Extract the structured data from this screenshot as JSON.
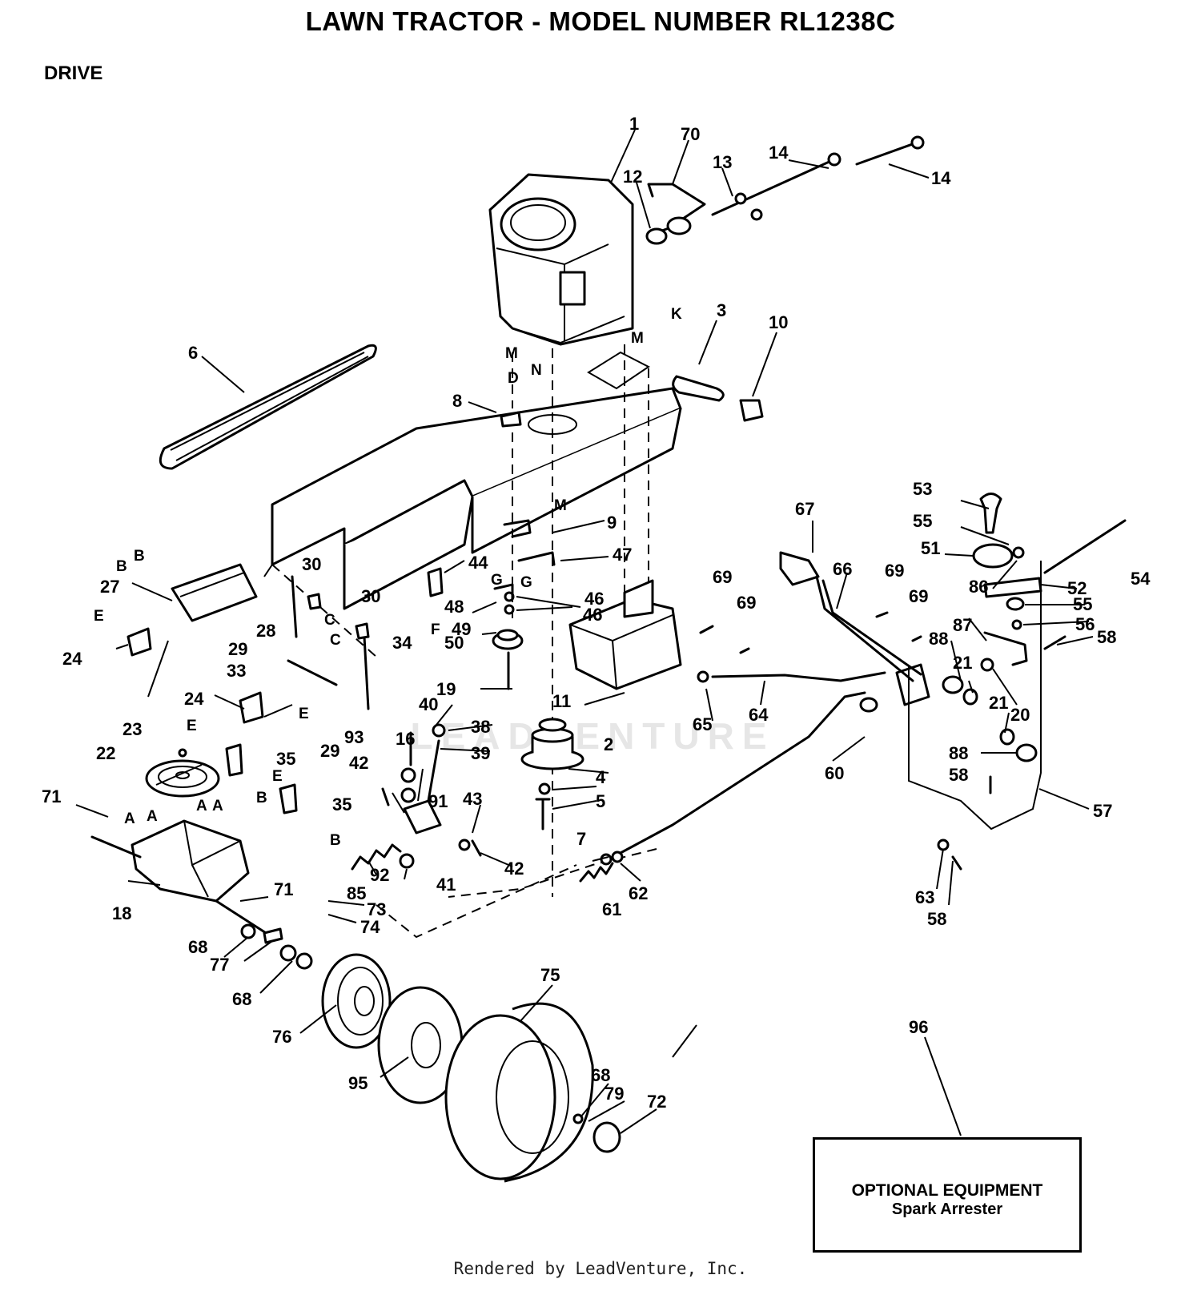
{
  "header": {
    "title": "LAWN TRACTOR - MODEL NUMBER RL1238C",
    "section": "DRIVE"
  },
  "optional_equipment": {
    "title": "OPTIONAL EQUIPMENT",
    "subtitle": "Spark Arrester"
  },
  "footer": {
    "credit": "Rendered by LeadVenture, Inc."
  },
  "watermark": "LEADVENTURE",
  "callouts": [
    "1",
    "70",
    "12",
    "13",
    "14",
    "14",
    "3",
    "10",
    "6",
    "8",
    "9",
    "47",
    "44",
    "48",
    "49",
    "50",
    "46",
    "46",
    "30",
    "30",
    "28",
    "27",
    "29",
    "29",
    "33",
    "34",
    "24",
    "24",
    "23",
    "22",
    "35",
    "35",
    "71",
    "71",
    "18",
    "73",
    "74",
    "68",
    "77",
    "68",
    "76",
    "95",
    "75",
    "68",
    "79",
    "72",
    "19",
    "40",
    "16",
    "93",
    "38",
    "39",
    "42",
    "91",
    "43",
    "42",
    "92",
    "41",
    "85",
    "2",
    "4",
    "5",
    "7",
    "61",
    "62",
    "11",
    "60",
    "64",
    "65",
    "69",
    "69",
    "69",
    "69",
    "67",
    "66",
    "53",
    "55",
    "51",
    "86",
    "52",
    "54",
    "55",
    "56",
    "58",
    "87",
    "88",
    "21",
    "20",
    "21",
    "88",
    "58",
    "57",
    "63",
    "58",
    "96"
  ],
  "letter_callouts": [
    "B",
    "B",
    "E",
    "C",
    "C",
    "F",
    "G",
    "G",
    "M",
    "M",
    "M",
    "N",
    "D",
    "K",
    "E",
    "E",
    "E",
    "B",
    "B",
    "A",
    "A",
    "A",
    "A"
  ]
}
